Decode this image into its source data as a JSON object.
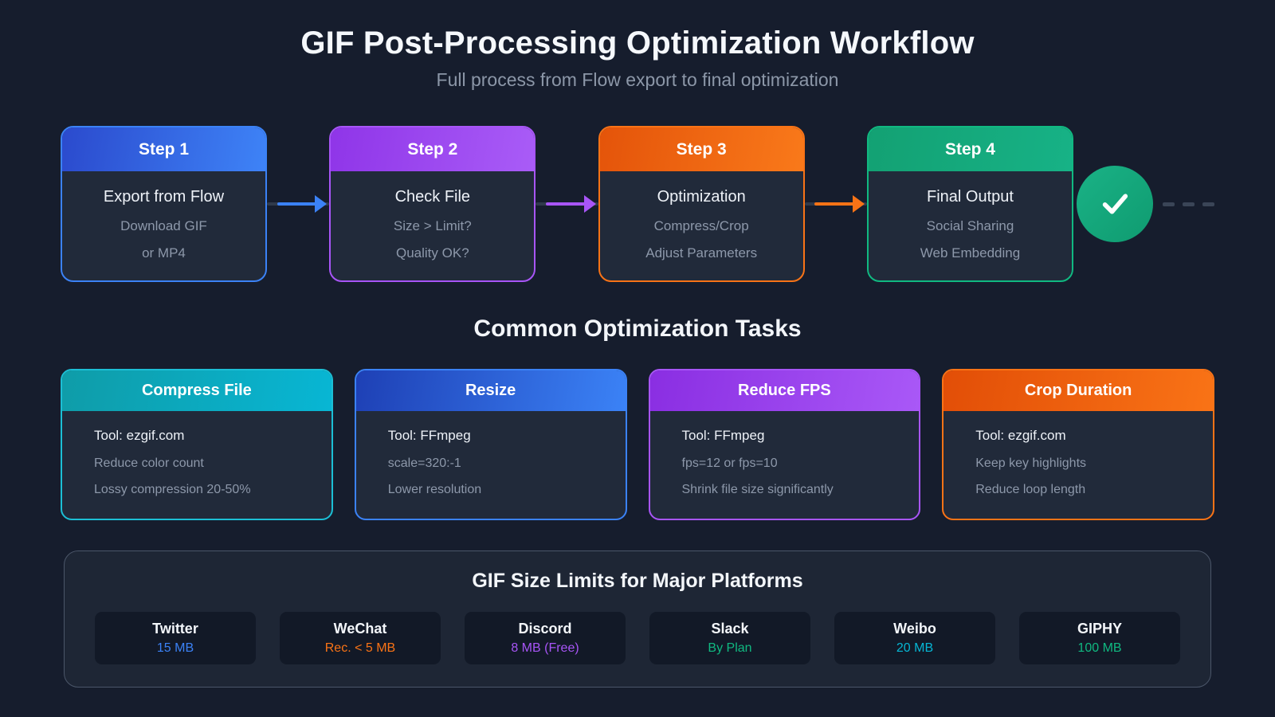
{
  "page": {
    "title": "GIF Post-Processing Optimization Workflow",
    "subtitle": "Full process from Flow export to final optimization"
  },
  "workflow": {
    "steps": [
      {
        "label": "Step 1",
        "title": "Export from Flow",
        "lines": [
          "Download GIF",
          "or MP4"
        ],
        "header_from": "#2b4acd",
        "header_to": "#3e83f7",
        "accent": "#3b82f6"
      },
      {
        "label": "Step 2",
        "title": "Check File",
        "lines": [
          "Size > Limit?",
          "Quality OK?"
        ],
        "header_from": "#8f35e8",
        "header_to": "#a95cf7",
        "accent": "#a855f7"
      },
      {
        "label": "Step 3",
        "title": "Optimization",
        "lines": [
          "Compress/Crop",
          "Adjust Parameters"
        ],
        "header_from": "#e4540a",
        "header_to": "#f9791a",
        "accent": "#f97316"
      },
      {
        "label": "Step 4",
        "title": "Final Output",
        "lines": [
          "Social Sharing",
          "Web Embedding"
        ],
        "header_from": "#13a173",
        "header_to": "#17b286",
        "accent": "#10b981"
      }
    ],
    "arrows": [
      {
        "color": "#3b82f6"
      },
      {
        "color": "#a855f7"
      },
      {
        "color": "#f97316"
      }
    ],
    "done": {
      "icon": "check",
      "color": "#10b981"
    }
  },
  "tasks": {
    "heading": "Common Optimization Tasks",
    "cards": [
      {
        "title": "Compress File",
        "tool": "Tool: ezgif.com",
        "lines": [
          "Reduce color count",
          "Lossy compression 20-50%"
        ],
        "header_from": "#0f9ca8",
        "header_to": "#08b6d4",
        "accent": "#1cbfd5"
      },
      {
        "title": "Resize",
        "tool": "Tool: FFmpeg",
        "lines": [
          "scale=320:-1",
          "Lower resolution"
        ],
        "header_from": "#1e40b5",
        "header_to": "#3b82f6",
        "accent": "#3b82f6"
      },
      {
        "title": "Reduce FPS",
        "tool": "Tool: FFmpeg",
        "lines": [
          "fps=12 or fps=10",
          "Shrink file size significantly"
        ],
        "header_from": "#8a2ee2",
        "header_to": "#a958f7",
        "accent": "#a855f7"
      },
      {
        "title": "Crop Duration",
        "tool": "Tool: ezgif.com",
        "lines": [
          "Keep key highlights",
          "Reduce loop length"
        ],
        "header_from": "#e24e07",
        "header_to": "#f97316",
        "accent": "#f97316"
      }
    ]
  },
  "limits": {
    "heading": "GIF Size Limits for Major Platforms",
    "platforms": [
      {
        "name": "Twitter",
        "value": "15 MB",
        "color": "#3b82f6"
      },
      {
        "name": "WeChat",
        "value": "Rec. < 5 MB",
        "color": "#f97316"
      },
      {
        "name": "Discord",
        "value": "8 MB (Free)",
        "color": "#a855f7"
      },
      {
        "name": "Slack",
        "value": "By Plan",
        "color": "#10b981"
      },
      {
        "name": "Weibo",
        "value": "20 MB",
        "color": "#06b6d4"
      },
      {
        "name": "GIPHY",
        "value": "100 MB",
        "color": "#10b981"
      }
    ]
  }
}
